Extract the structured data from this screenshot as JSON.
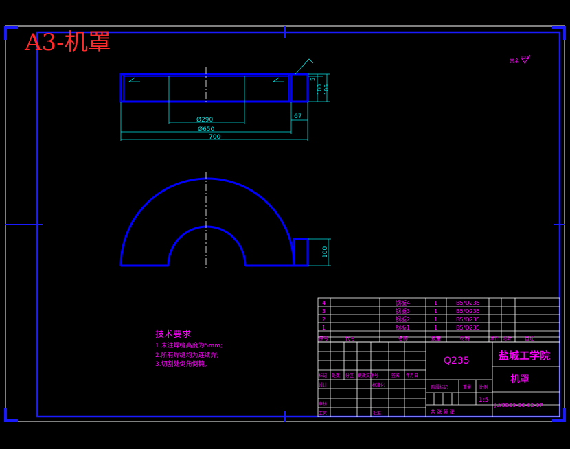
{
  "drawing": {
    "title_stamp": "A3-机罩",
    "roughness_note": "其余",
    "roughness_value": "12.5"
  },
  "dimensions": {
    "d290": "Ø290",
    "d650": "Ø650",
    "len700": "700",
    "w67": "67",
    "h5": "5",
    "h100a": "100",
    "h105": "105",
    "h100b": "100"
  },
  "tech_requirements": {
    "title": "技术要求",
    "items": [
      "1.未注焊缝高度为5mm;",
      "2.所有焊缝均为连续焊;",
      "3.切割处倒角倒钝。"
    ]
  },
  "bom": {
    "rows": [
      {
        "no": "4",
        "name": "钢板4",
        "qty": "1",
        "material": "B5/Q235"
      },
      {
        "no": "3",
        "name": "钢板3",
        "qty": "1",
        "material": "B5/Q235"
      },
      {
        "no": "2",
        "name": "钢板2",
        "qty": "1",
        "material": "B5/Q235"
      },
      {
        "no": "1",
        "name": "钢板1",
        "qty": "1",
        "material": "B5/Q235"
      }
    ],
    "header": {
      "no": "序号",
      "code": "代号",
      "name": "名称",
      "qty": "数量",
      "material": "材料",
      "single": "单件",
      "total": "总计",
      "remark": "备注"
    }
  },
  "title_block": {
    "material": "Q235",
    "school": "盐城工学院",
    "part_name": "机罩",
    "drawing_no": "JLY3B09-00-02-07",
    "scale": "1:5",
    "labels": {
      "mark": "标记",
      "count": "处数",
      "zone": "分区",
      "change_doc": "更改文件号",
      "sign": "签名",
      "date": "年月日",
      "design": "设计",
      "standardize": "标准化",
      "stage": "阶段标记",
      "weight": "重量",
      "ratio": "比例",
      "review": "审核",
      "process": "工艺",
      "approve": "批准",
      "sheets": "共  张 第  张"
    }
  },
  "colors": {
    "border": "#1a1aff",
    "outline": "#0000ff",
    "dimension": "#00e5e5",
    "text": "#ff00ff",
    "table_line": "#ffffff",
    "stamp": "#ff2a2a",
    "background": "#000000"
  }
}
